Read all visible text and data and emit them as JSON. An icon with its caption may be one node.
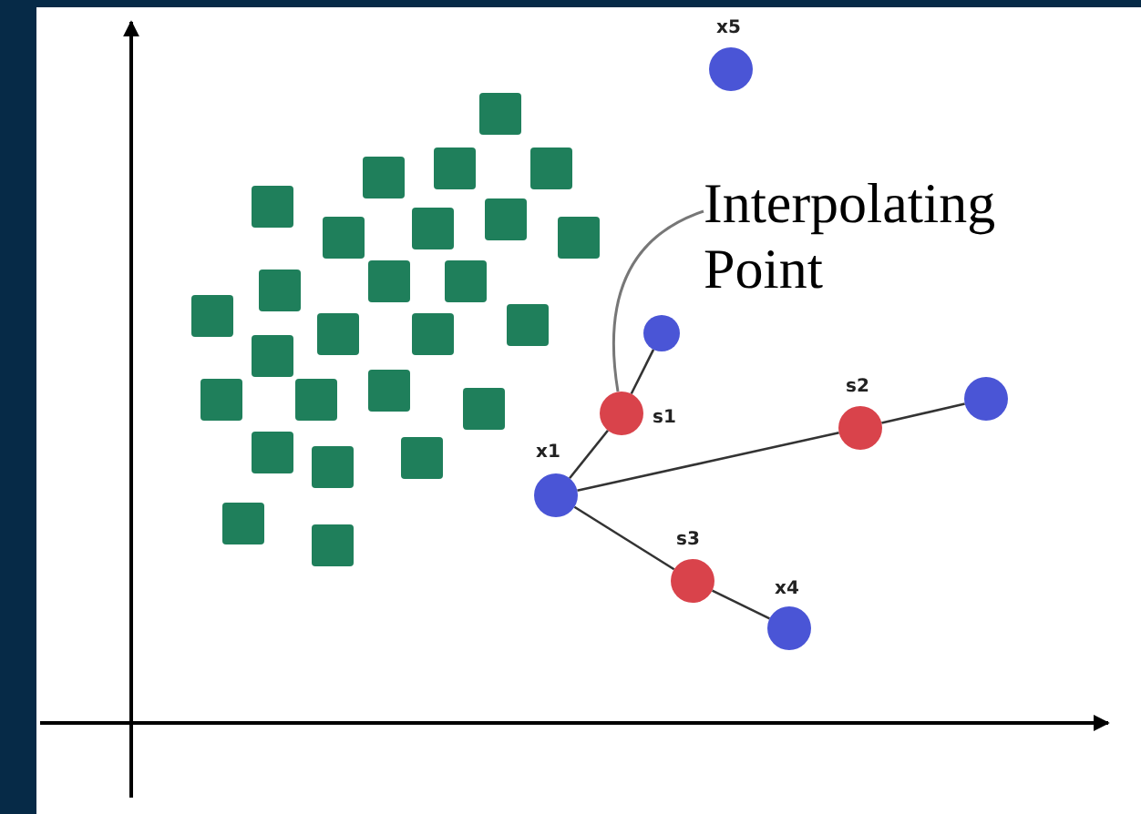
{
  "diagram": {
    "nodes": [
      {
        "text": [],
        "shape": "circle",
        "beside": [
          "x5"
        ]
      },
      {
        "text": [
          "Interpolating Point"
        ]
      },
      {
        "text": [],
        "shape": "circle"
      },
      {
        "text": [],
        "shape": "circle",
        "beside": [
          "s1"
        ]
      },
      {
        "text": [],
        "shape": "circle",
        "beside": [
          "s2"
        ]
      },
      {
        "text": [],
        "shape": "circle"
      },
      {
        "text": [],
        "shape": "circle",
        "beside": [
          "x1"
        ]
      },
      {
        "text": [],
        "shape": "circle",
        "beside": [
          "s3"
        ]
      },
      {
        "text": [],
        "shape": "circle",
        "beside": [
          "x4"
        ]
      }
    ],
    "edges": [
      {
        "from": 1,
        "to": 3,
        "arrow": "none"
      },
      {
        "from": 6,
        "to": 3,
        "arrow": "none"
      },
      {
        "from": 3,
        "to": 2,
        "arrow": "none"
      },
      {
        "from": 6,
        "to": 4,
        "arrow": "none"
      },
      {
        "from": 4,
        "to": 5,
        "arrow": "none"
      },
      {
        "from": 6,
        "to": 7,
        "arrow": "none"
      },
      {
        "from": 7,
        "to": 8,
        "arrow": "none"
      }
    ]
  }
}
